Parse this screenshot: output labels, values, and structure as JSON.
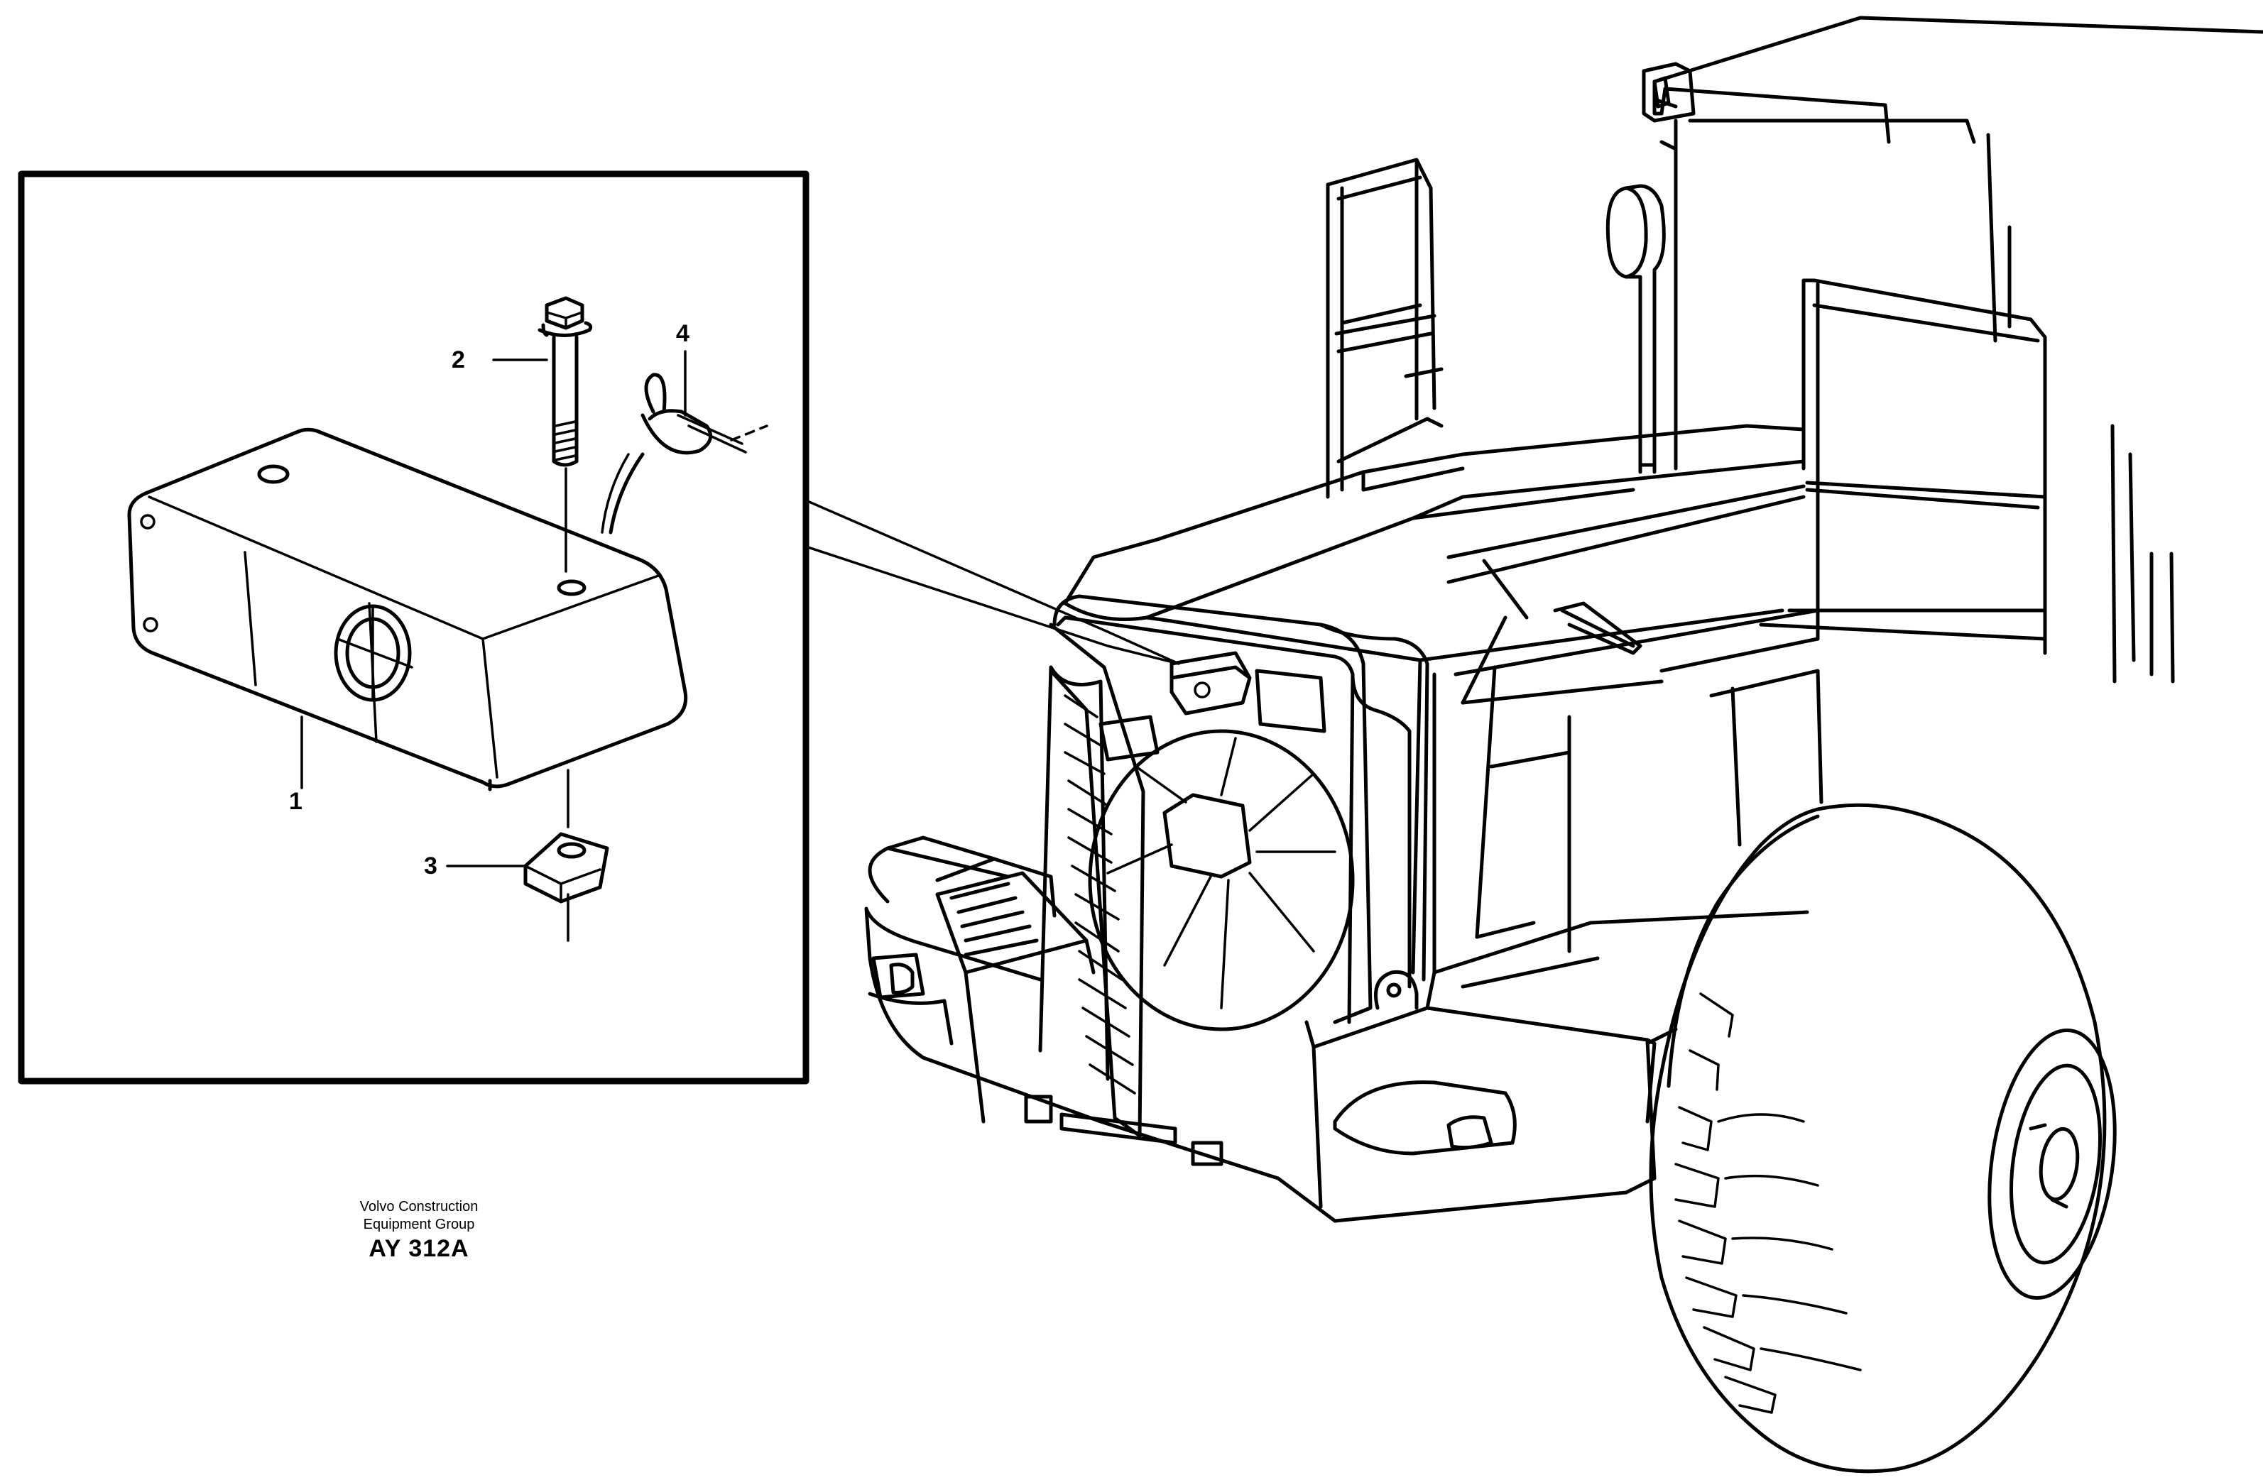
{
  "callouts": [
    {
      "id": "1",
      "label": "1"
    },
    {
      "id": "2",
      "label": "2"
    },
    {
      "id": "3",
      "label": "3"
    },
    {
      "id": "4",
      "label": "4"
    }
  ],
  "caption": {
    "line1": "Volvo Construction",
    "line2": "Equipment Group",
    "code": "AY 312A"
  }
}
